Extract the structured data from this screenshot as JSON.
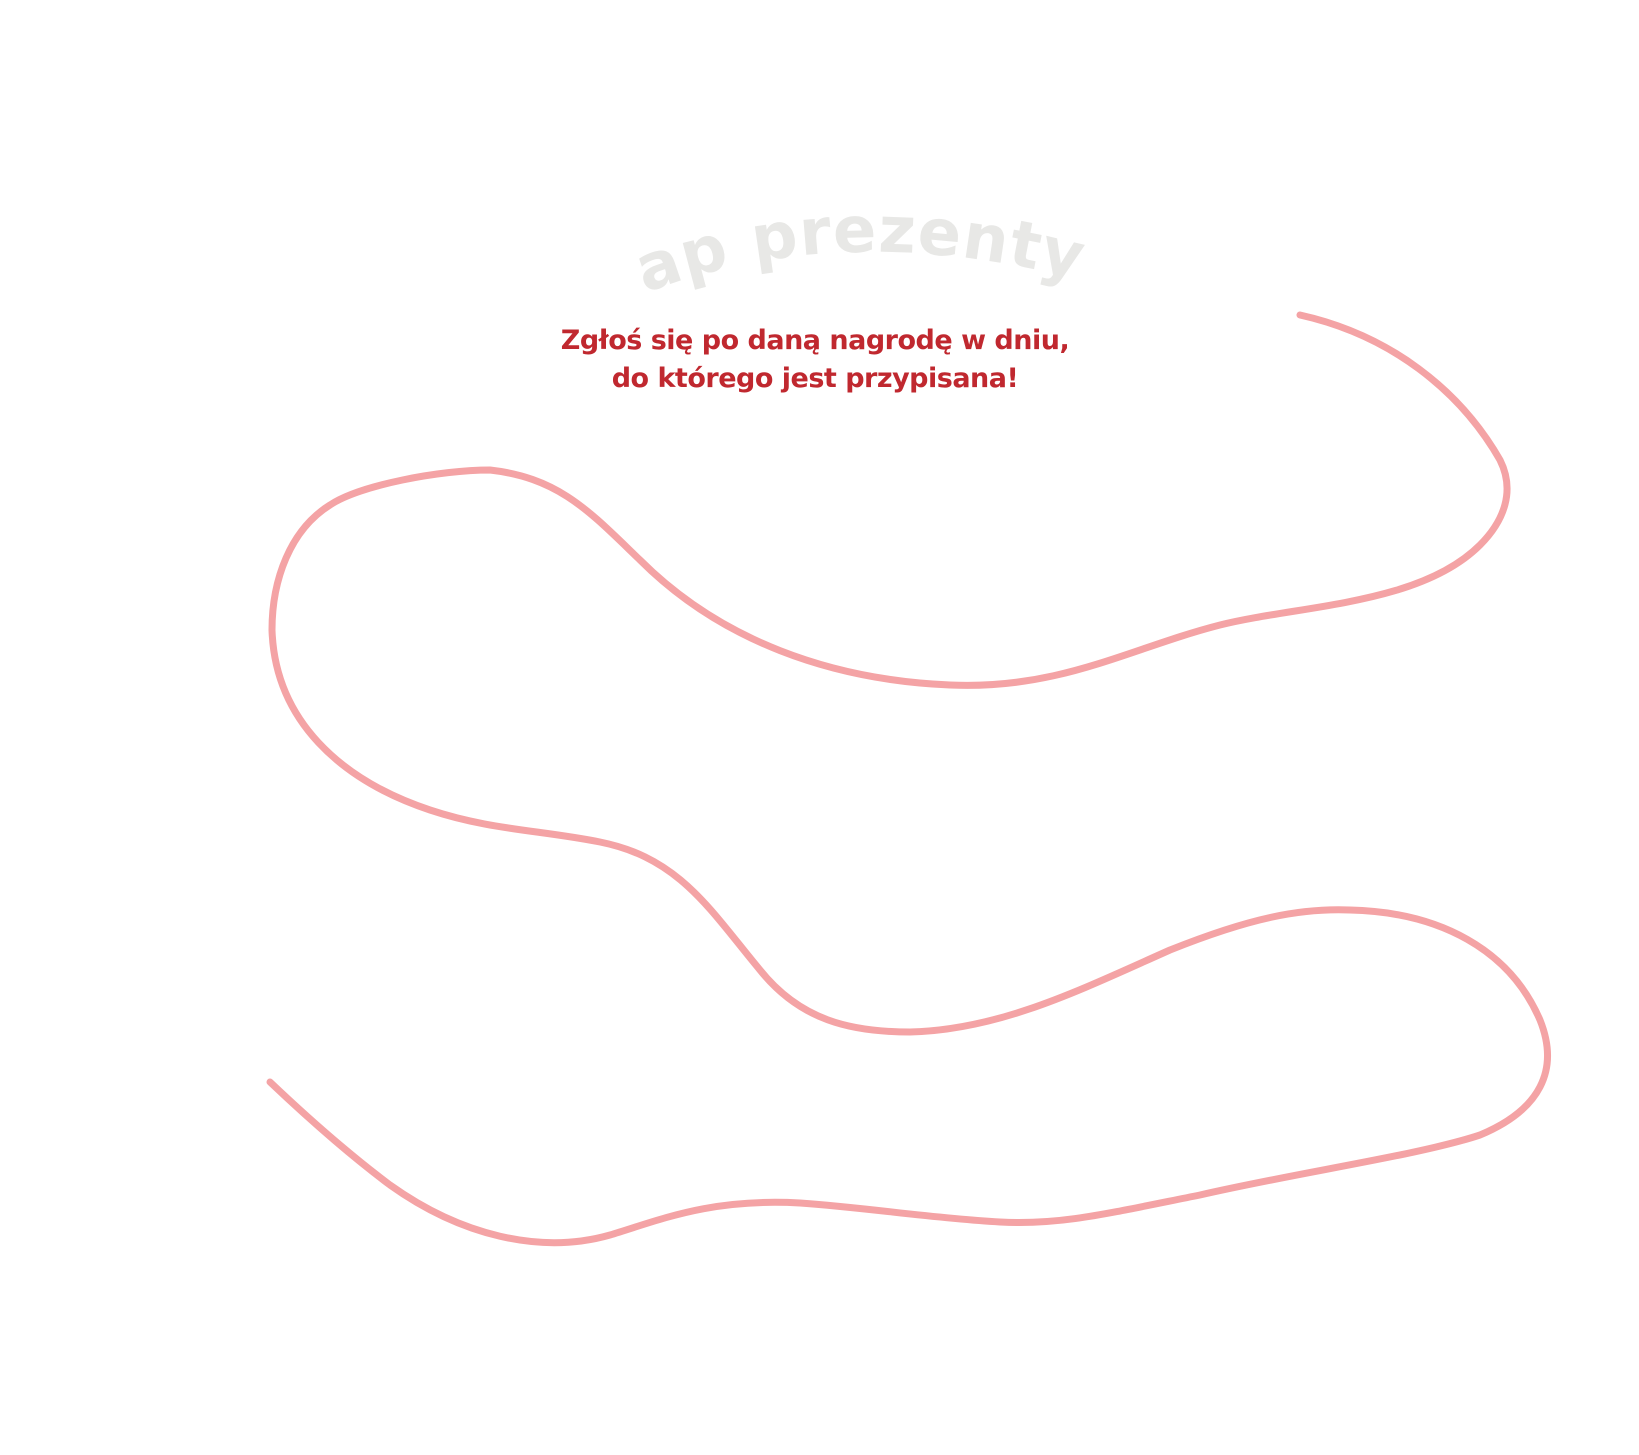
{
  "heading": "łap prezenty",
  "subtitle": {
    "line1": "Zgłoś się po daną nagrodę w dniu,",
    "line2": "do którego jest przypisana!"
  },
  "colors": {
    "heading": "#e8e8e6",
    "subtitle": "#c0282f",
    "path_line": "#f4a3a5"
  }
}
